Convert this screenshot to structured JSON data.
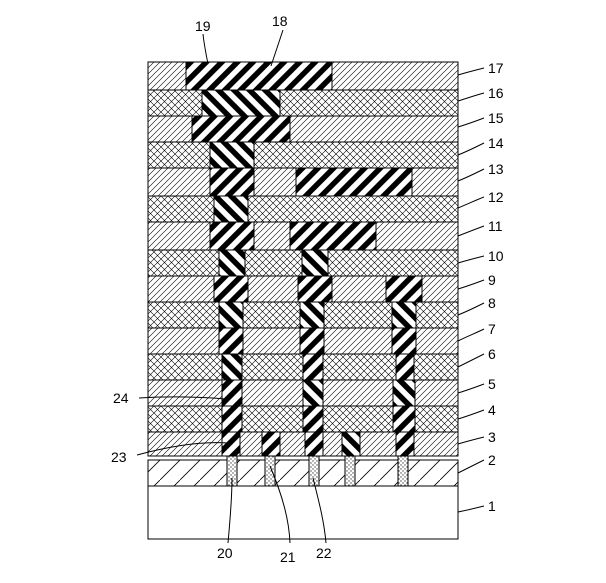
{
  "labels": {
    "l1": "1",
    "l2": "2",
    "l3": "3",
    "l4": "4",
    "l5": "5",
    "l6": "6",
    "l7": "7",
    "l8": "8",
    "l9": "9",
    "l10": "10",
    "l11": "11",
    "l12": "12",
    "l13": "13",
    "l14": "14",
    "l15": "15",
    "l16": "16",
    "l17": "17",
    "l18": "18",
    "l19": "19",
    "l20": "20",
    "l21": "21",
    "l22": "22",
    "l23": "23",
    "l24": "24"
  },
  "colors": {
    "line": "#000000",
    "background": "#ffffff",
    "dots": "#555555"
  }
}
